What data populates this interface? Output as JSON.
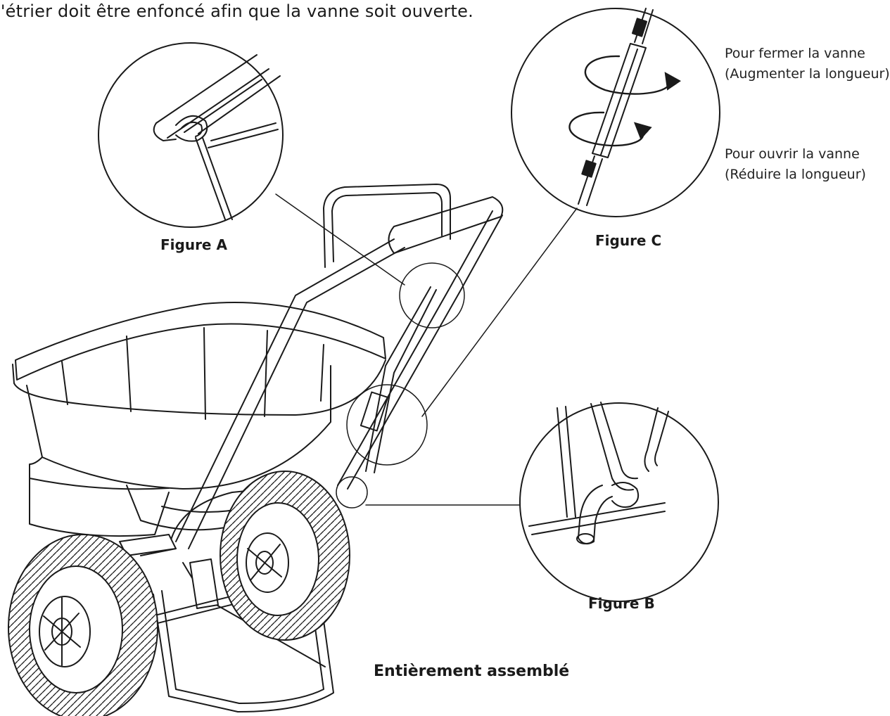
{
  "header": {
    "text": "l'étrier doit être enfoncé afin que la vanne soit ouverte."
  },
  "figures": {
    "a": {
      "label": "Figure A"
    },
    "b": {
      "label": "Figure B"
    },
    "c": {
      "label": "Figure C"
    }
  },
  "valve_notes": {
    "close": {
      "line1": "Pour fermer la vanne",
      "line2": "(Augmenter la longueur)"
    },
    "open": {
      "line1": "Pour ouvrir la vanne",
      "line2": "(Réduire la longueur)"
    }
  },
  "caption": "Entièrement assemblé",
  "colors": {
    "line": "#1a1a1a",
    "background": "#ffffff"
  }
}
